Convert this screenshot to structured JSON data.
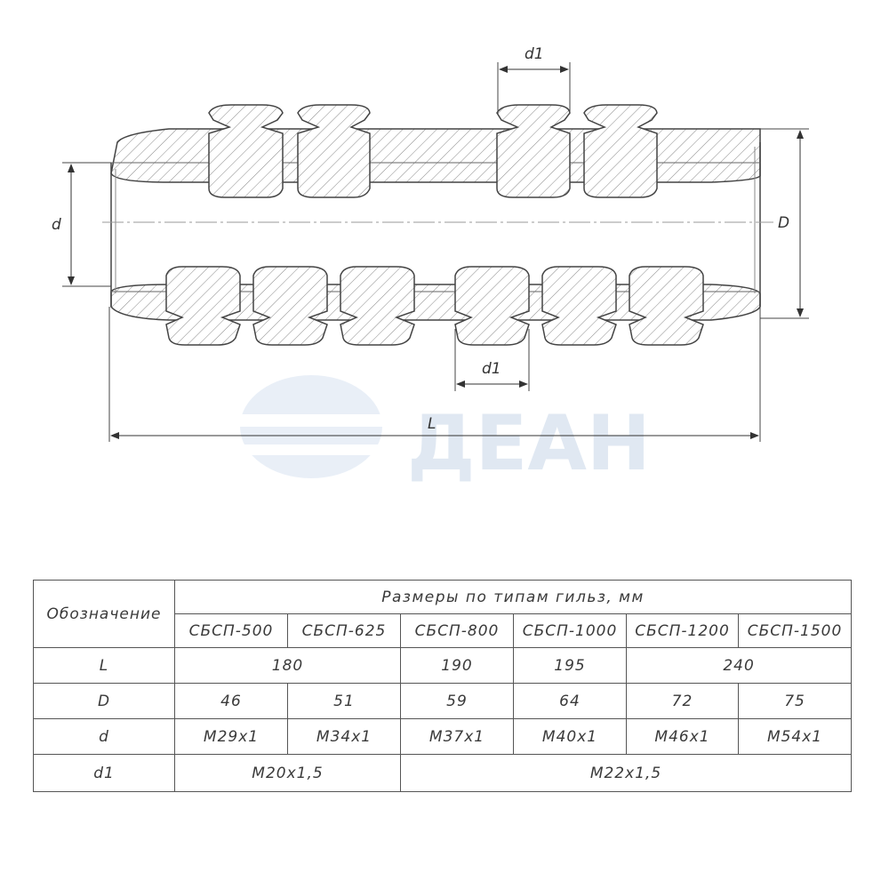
{
  "drawing": {
    "labels": {
      "d1_top": "d1",
      "d1_bottom": "d1",
      "d": "d",
      "D": "D",
      "L": "L"
    },
    "watermark": "ДЕАН"
  },
  "table": {
    "designation_header": "Обозначение",
    "group_header": "Размеры по типам гильз, мм",
    "types": [
      "СБСП-500",
      "СБСП-625",
      "СБСП-800",
      "СБСП-1000",
      "СБСП-1200",
      "СБСП-1500"
    ],
    "rows": {
      "L": {
        "label": "L",
        "v1": "180",
        "v2": "190",
        "v3": "195",
        "v4": "240"
      },
      "D": {
        "label": "D",
        "v1": "46",
        "v2": "51",
        "v3": "59",
        "v4": "64",
        "v5": "72",
        "v6": "75"
      },
      "d": {
        "label": "d",
        "v1": "M29x1",
        "v2": "M34x1",
        "v3": "M37x1",
        "v4": "M40x1",
        "v5": "M46x1",
        "v6": "M54x1"
      },
      "d1": {
        "label": "d1",
        "v1": "M20x1,5",
        "v2": "M22x1,5"
      }
    }
  }
}
